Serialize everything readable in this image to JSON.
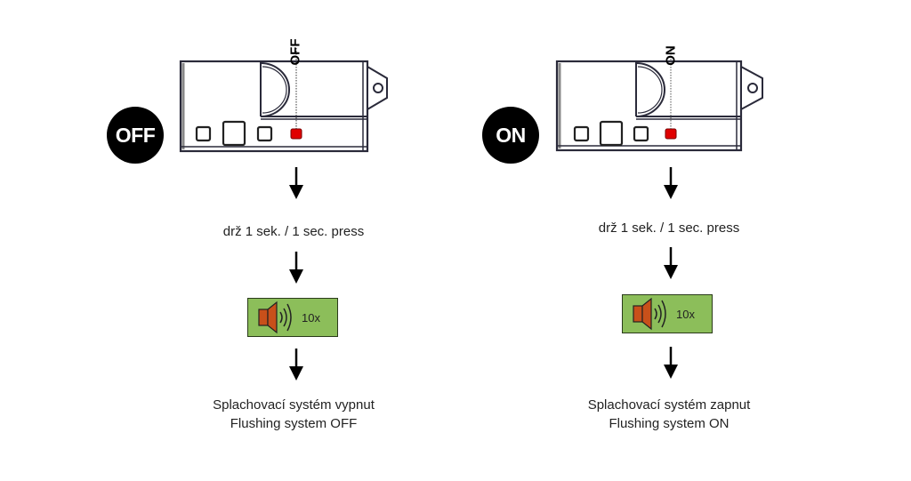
{
  "colors": {
    "badge_bg": "#000000",
    "led_red": "#e00000",
    "sound_box_bg": "#8cbe5a",
    "speaker_fill": "#c8501a",
    "device_outline": "#2a2a3a"
  },
  "panels": [
    {
      "id": "off",
      "badge_label": "OFF",
      "indicator_label": "OFF",
      "step_instruction": "drž 1 sek. / 1 sec. press",
      "sound_icon": "speaker-icon",
      "sound_count": "10x",
      "result_line_1": "Splachovací systém vypnut",
      "result_line_2": "Flushing system OFF"
    },
    {
      "id": "on",
      "badge_label": "ON",
      "indicator_label": "ON",
      "step_instruction": "drž 1 sek. / 1 sec. press",
      "sound_icon": "speaker-icon",
      "sound_count": "10x",
      "result_line_1": "Splachovací systém zapnut",
      "result_line_2": "Flushing system ON"
    }
  ]
}
